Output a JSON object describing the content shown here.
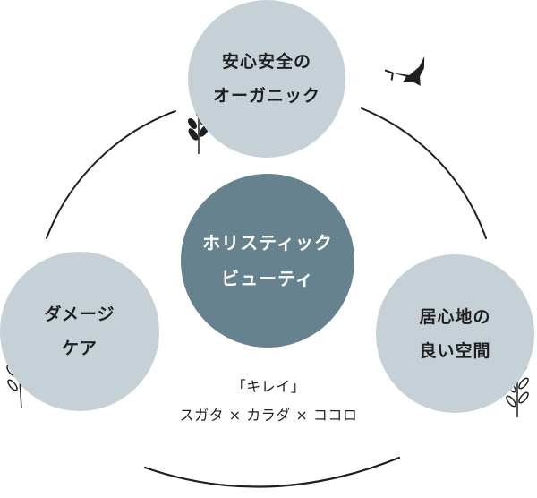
{
  "colors": {
    "outer_circle": "#c5d1d7",
    "center_circle": "#67828f",
    "center_text": "#ffffff",
    "stroke": "#1f1f1f"
  },
  "center": {
    "line1": "ホリスティック",
    "line2": "ビューティ"
  },
  "top": {
    "line1": "安心安全の",
    "line2": "オーガニック"
  },
  "left": {
    "line1": "ダメージ",
    "line2": "ケア"
  },
  "right": {
    "line1": "居心地の",
    "line2": "良い空間"
  },
  "caption": {
    "line1": "「キレイ」",
    "line2": "スガタ × カラダ × ココロ"
  },
  "icons": [
    "swallow-bird-icon",
    "leaf-sprig-icon"
  ]
}
